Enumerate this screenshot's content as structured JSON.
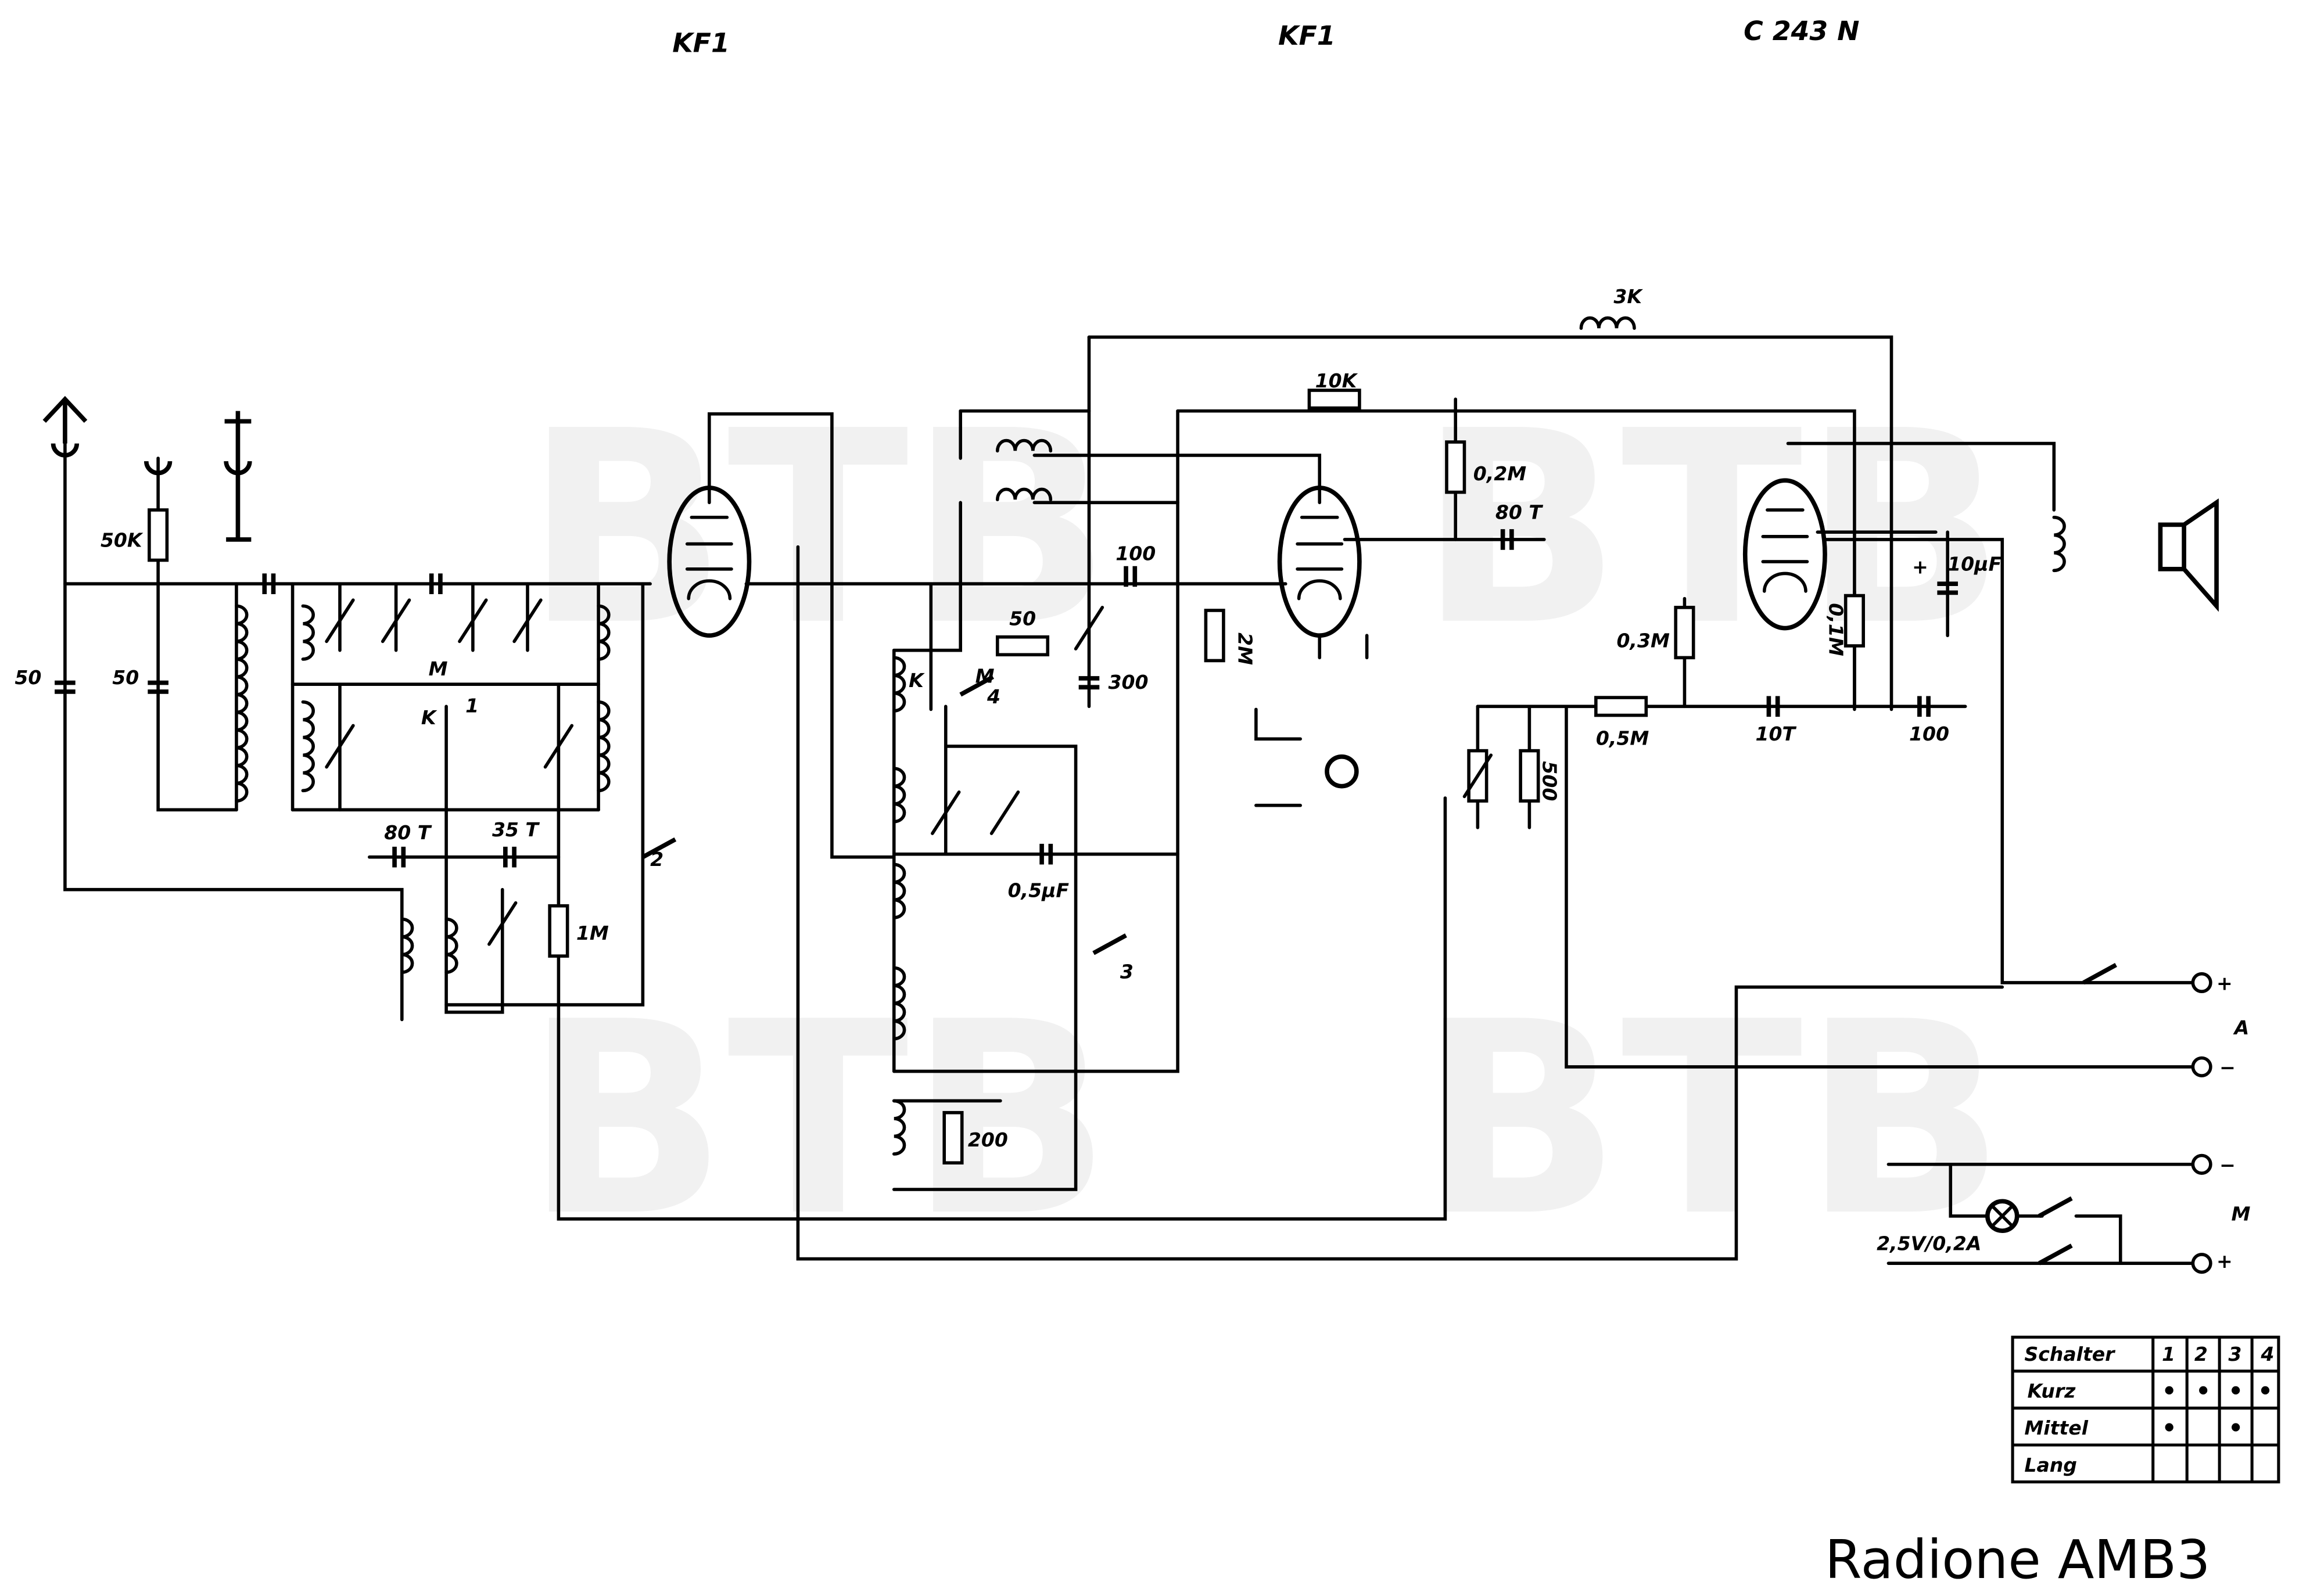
{
  "watermark": "BTB",
  "tubes": [
    "KF1",
    "KF1",
    "C 243 N"
  ],
  "title": "Radione AMB3",
  "labels": {
    "r_50k": "50K",
    "c_ant1": "50",
    "c_ant2": "50",
    "sw_m1": "M",
    "sw_1": "1",
    "sw_k1": "K",
    "c_80t_a": "80 T",
    "c_35t": "35 T",
    "r_1m": "1M",
    "sw_2": "2",
    "l_3k": "3K",
    "r_10k": "10K",
    "r_02m": "0,2M",
    "c_80t_b": "80 T",
    "c_100_a": "100",
    "r_50": "50",
    "c_300": "300",
    "r_2m": "2M",
    "sw_k2": "K",
    "sw_m2": "M",
    "sw_4": "4",
    "c_05uf": "0,5µF",
    "sw_3": "3",
    "r_200": "200",
    "r_03m": "0,3M",
    "r_01m": "0,1M",
    "c_10uf": "10µF",
    "r_05m": "0,5M",
    "c_10t": "10T",
    "c_100_b": "100",
    "r_500": "500",
    "term_a_plus": "+",
    "term_a_minus": "−",
    "term_a": "A",
    "term_m_minus": "−",
    "term_m_plus": "+",
    "term_m": "M",
    "lamp": "2,5V/0,2A",
    "c_plus": "+"
  },
  "switch_table": {
    "header": [
      "Schalter",
      "1",
      "2",
      "3",
      "4"
    ],
    "rows": [
      {
        "label": "Kurz",
        "cells": [
          true,
          true,
          true,
          true
        ]
      },
      {
        "label": "Mittel",
        "cells": [
          true,
          false,
          true,
          false
        ]
      },
      {
        "label": "Lang",
        "cells": [
          false,
          false,
          false,
          false
        ]
      }
    ]
  }
}
